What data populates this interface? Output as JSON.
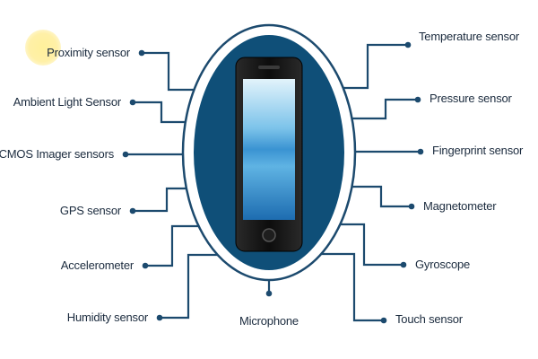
{
  "diagram": {
    "center_device": {
      "icon": "smartphone-icon"
    },
    "sensors_left": [
      {
        "id": "proximity",
        "label": "Proximity sensor"
      },
      {
        "id": "ambient-light",
        "label": "Ambient Light Sensor"
      },
      {
        "id": "cmos-imager",
        "label": "CMOS Imager sensors"
      },
      {
        "id": "gps",
        "label": "GPS sensor"
      },
      {
        "id": "accelerometer",
        "label": "Accelerometer"
      },
      {
        "id": "humidity",
        "label": "Humidity sensor"
      }
    ],
    "sensors_right": [
      {
        "id": "temperature",
        "label": "Temperature  sensor"
      },
      {
        "id": "pressure",
        "label": "Pressure sensor"
      },
      {
        "id": "fingerprint",
        "label": "Fingerprint sensor"
      },
      {
        "id": "magnetometer",
        "label": "Magnetometer"
      },
      {
        "id": "gyroscope",
        "label": "Gyroscope"
      },
      {
        "id": "touch",
        "label": "Touch sensor"
      }
    ],
    "sensor_bottom": {
      "id": "microphone",
      "label": "Microphone"
    },
    "colors": {
      "line": "#1c4a6e",
      "oval_fill": "#0f4f78",
      "oval_ring": "#1c4a6e",
      "phone_body": "#111111",
      "screen_light": "#cdeaf8",
      "screen_mid": "#5ab0e0",
      "screen_dark": "#1a6bb0",
      "highlight": "#fff2a6"
    }
  }
}
